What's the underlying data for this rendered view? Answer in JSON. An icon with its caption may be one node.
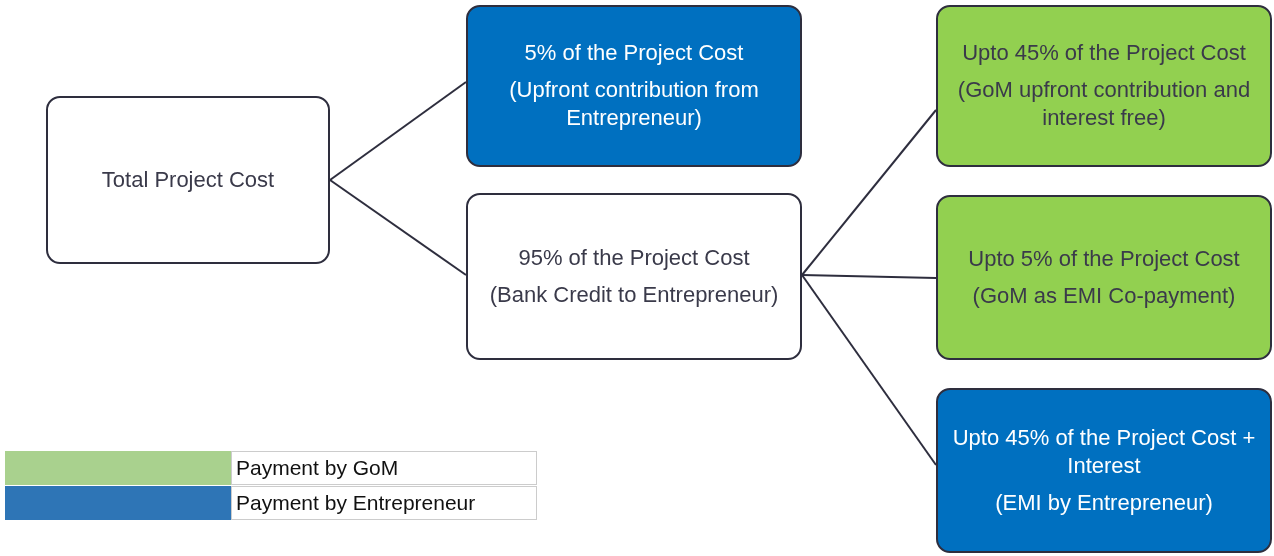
{
  "diagram": {
    "nodes": [
      {
        "text": [
          "Total Project Cost"
        ]
      },
      {
        "text": [
          "5%  of the Project Cost",
          "(Upfront contribution from Entrepreneur)"
        ]
      },
      {
        "text": [
          "95% of the Project Cost",
          "(Bank Credit to Entrepreneur)"
        ]
      },
      {
        "text": [
          "Upto 45% of the Project Cost",
          "(GoM upfront contribution and interest free)"
        ]
      },
      {
        "text": [
          "Upto 5% of the Project Cost",
          "(GoM as EMI Co-payment)"
        ]
      },
      {
        "text": [
          "Upto 45% of the Project Cost + Interest",
          "(EMI by Entrepreneur)"
        ]
      }
    ],
    "edges": [
      {
        "from": 0,
        "to": 1,
        "arrow": "none"
      },
      {
        "from": 0,
        "to": 2,
        "arrow": "none"
      },
      {
        "from": 2,
        "to": 3,
        "arrow": "none"
      },
      {
        "from": 2,
        "to": 4,
        "arrow": "none"
      },
      {
        "from": 2,
        "to": 5,
        "arrow": "none"
      }
    ],
    "legend": [
      {
        "text": "Payment by GoM",
        "color": "#a9d18e"
      },
      {
        "text": "Payment by Entrepreneur",
        "color": "#2e75b6"
      }
    ]
  }
}
